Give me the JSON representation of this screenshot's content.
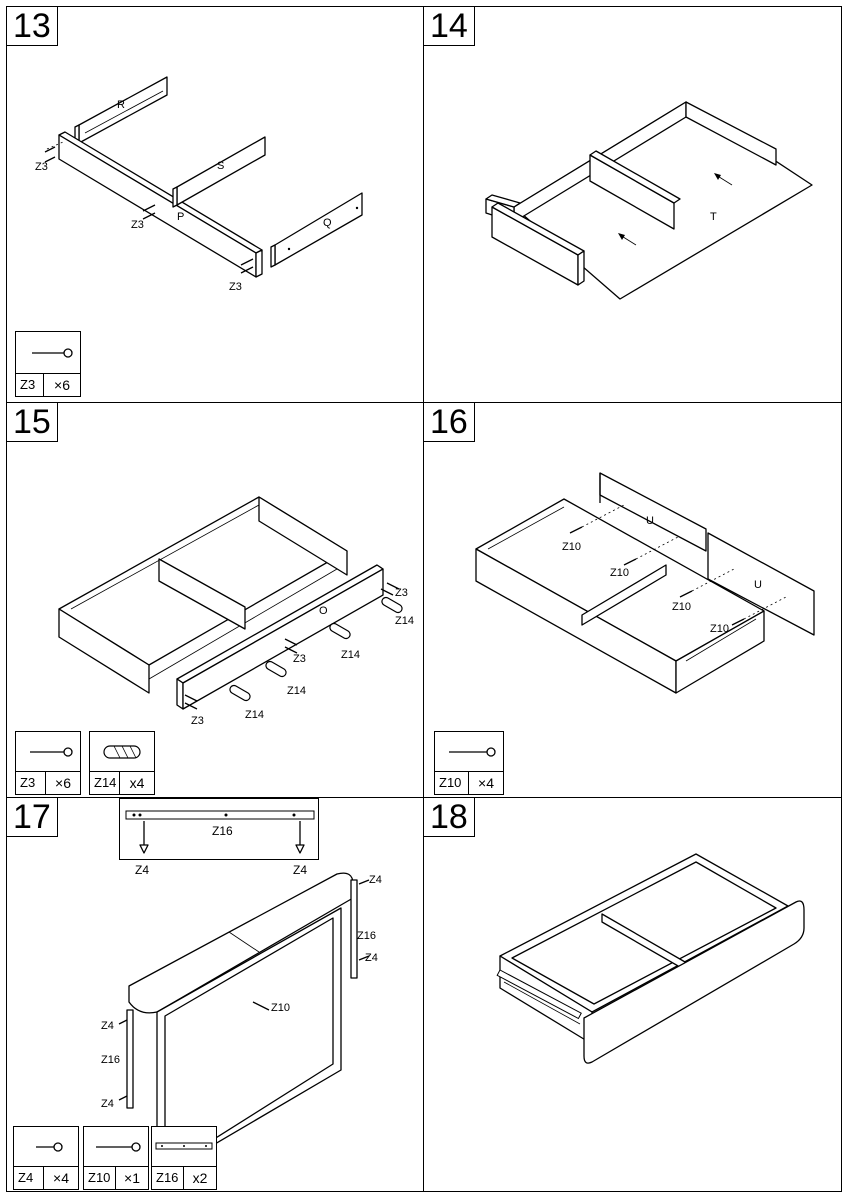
{
  "steps": [
    {
      "number": "13",
      "part_labels": [
        "R",
        "S",
        "P",
        "Q"
      ],
      "callouts": [
        "Z3",
        "Z3",
        "Z3"
      ],
      "hardware": [
        {
          "code": "Z3",
          "qty": "×6",
          "icon": "screw-icon"
        }
      ]
    },
    {
      "number": "14",
      "part_labels": [
        "T"
      ],
      "callouts": [],
      "hardware": []
    },
    {
      "number": "15",
      "part_labels": [
        "O"
      ],
      "callouts": [
        "Z3",
        "Z14",
        "Z3",
        "Z14",
        "Z14",
        "Z3",
        "Z14"
      ],
      "hardware": [
        {
          "code": "Z3",
          "qty": "×6",
          "icon": "screw-icon"
        },
        {
          "code": "Z14",
          "qty": "x4",
          "icon": "dowel-icon"
        }
      ]
    },
    {
      "number": "16",
      "part_labels": [
        "U",
        "U"
      ],
      "callouts": [
        "Z10",
        "Z10",
        "Z10",
        "Z10"
      ],
      "hardware": [
        {
          "code": "Z10",
          "qty": "×4",
          "icon": "screw-icon"
        }
      ]
    },
    {
      "number": "17",
      "part_labels": [],
      "callouts": [
        "Z4",
        "Z16",
        "Z4",
        "Z10",
        "Z4",
        "Z16",
        "Z4"
      ],
      "inset": {
        "rail": "Z16",
        "left_screw": "Z4",
        "right_screw": "Z4"
      },
      "hardware": [
        {
          "code": "Z4",
          "qty": "×4",
          "icon": "short-screw-icon"
        },
        {
          "code": "Z10",
          "qty": "×1",
          "icon": "screw-icon"
        },
        {
          "code": "Z16",
          "qty": "x2",
          "icon": "drawer-rail-icon"
        }
      ]
    },
    {
      "number": "18",
      "part_labels": [],
      "callouts": [],
      "hardware": []
    }
  ]
}
